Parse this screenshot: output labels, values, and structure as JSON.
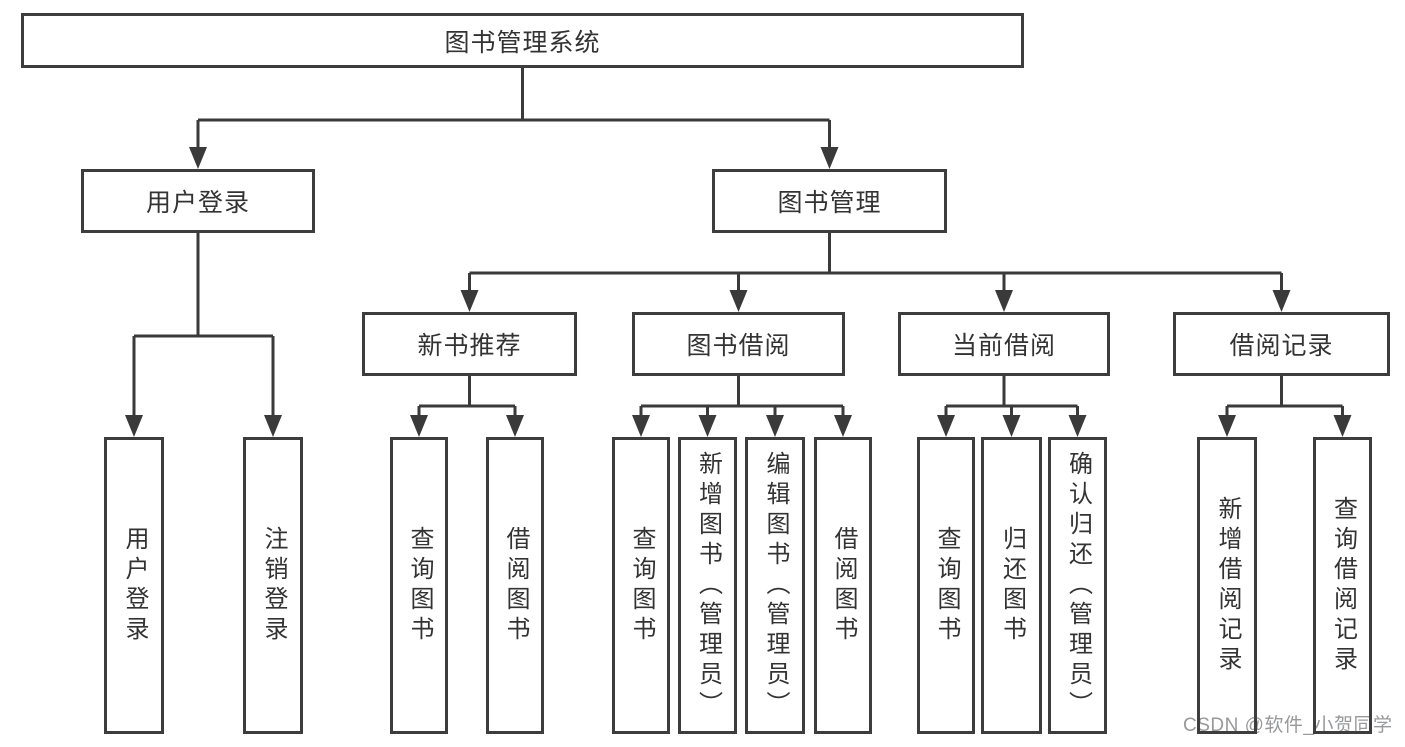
{
  "watermark": {
    "text": "CSDN @软件_小贺同学",
    "color": "#98999b"
  },
  "tree": {
    "id": "root",
    "label": "图书管理系统",
    "children": [
      {
        "id": "user-login",
        "label": "用户登录",
        "children": [
          {
            "id": "ul-login",
            "label": "用户登录"
          },
          {
            "id": "ul-logout",
            "label": "注销登录"
          }
        ]
      },
      {
        "id": "book-mgmt",
        "label": "图书管理",
        "children": [
          {
            "id": "new-book",
            "label": "新书推荐",
            "children": [
              {
                "id": "nb-query",
                "label": "查询图书"
              },
              {
                "id": "nb-borrow",
                "label": "借阅图书"
              }
            ]
          },
          {
            "id": "book-borrow",
            "label": "图书借阅",
            "children": [
              {
                "id": "bb-query",
                "label": "查询图书"
              },
              {
                "id": "bb-add",
                "label": "新增图书（管理员）"
              },
              {
                "id": "bb-edit",
                "label": "编辑图书（管理员）"
              },
              {
                "id": "bb-borrow",
                "label": "借阅图书"
              }
            ]
          },
          {
            "id": "cur-borrow",
            "label": "当前借阅",
            "children": [
              {
                "id": "cb-query",
                "label": "查询图书"
              },
              {
                "id": "cb-return",
                "label": "归还图书"
              },
              {
                "id": "cb-confirm",
                "label": "确认归还（管理员）"
              }
            ]
          },
          {
            "id": "borrow-rec",
            "label": "借阅记录",
            "children": [
              {
                "id": "br-add",
                "label": "新增借阅记录"
              },
              {
                "id": "br-query",
                "label": "查询借阅记录"
              }
            ]
          }
        ]
      }
    ]
  }
}
